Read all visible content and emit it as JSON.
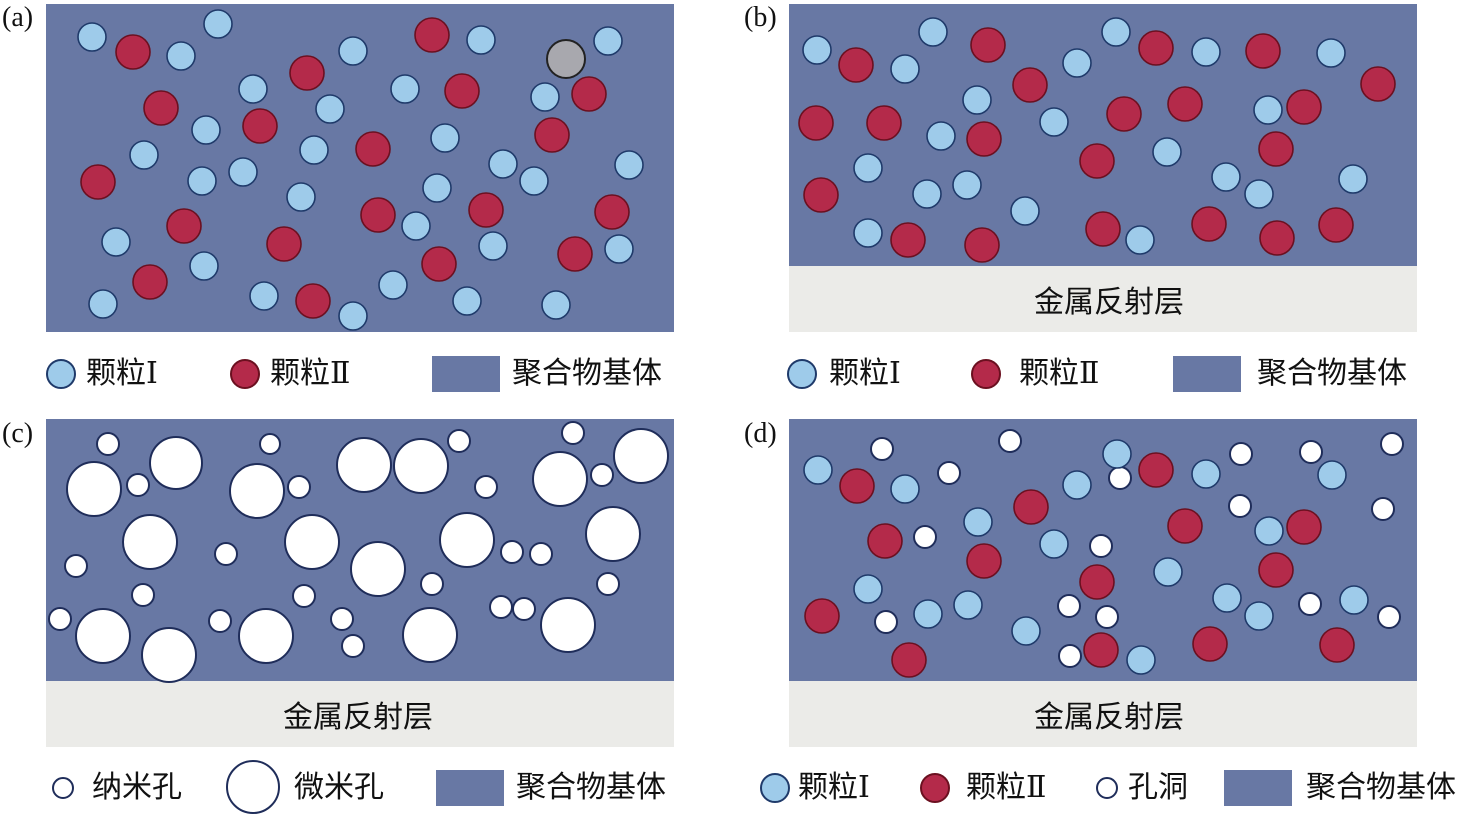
{
  "panels": {
    "a": {
      "label": "(a)"
    },
    "b": {
      "label": "(b)",
      "layer": "金属反射层"
    },
    "c": {
      "label": "(c)",
      "layer": "金属反射层"
    },
    "d": {
      "label": "(d)",
      "layer": "金属反射层"
    }
  },
  "legend_top": {
    "particle1": "颗粒Ⅰ",
    "particle2": "颗粒Ⅱ",
    "matrix": "聚合物基体"
  },
  "legend_c": {
    "nano": "纳米孔",
    "micro": "微米孔",
    "matrix": "聚合物基体"
  },
  "legend_d": {
    "particle1": "颗粒Ⅰ",
    "particle2": "颗粒Ⅱ",
    "hole": "孔洞",
    "matrix": "聚合物基体"
  },
  "colors": {
    "matrix": "#6878a4",
    "particle1": "#9ecbea",
    "particle2": "#b42a4a",
    "pore": "#ffffff",
    "metal_layer": "#ebebe8",
    "outline": "#1f2d5a"
  }
}
